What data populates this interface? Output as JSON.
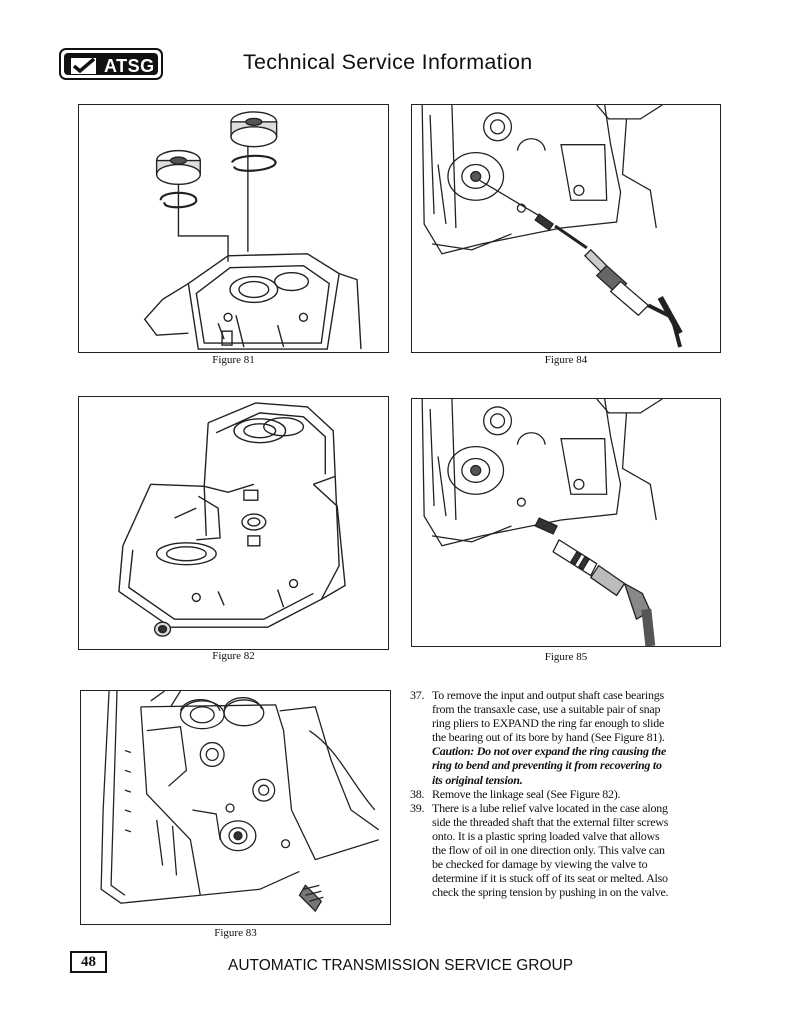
{
  "header": {
    "logo_text": "ATSG",
    "title": "Technical Service Information"
  },
  "figures": [
    {
      "id": "fig81",
      "caption": "Figure 81"
    },
    {
      "id": "fig84",
      "caption": "Figure 84"
    },
    {
      "id": "fig82",
      "caption": "Figure 82"
    },
    {
      "id": "fig85",
      "caption": "Figure 85"
    },
    {
      "id": "fig83",
      "caption": "Figure 83"
    }
  ],
  "steps": [
    {
      "number": "37.",
      "lines": [
        "To remove the input and output shaft case bearings",
        "from the transaxle case, use a suitable pair of snap",
        "ring pliers to EXPAND the ring far enough to slide",
        "the bearing out of its bore by hand (See Figure 81)."
      ],
      "caution": [
        "Caution: Do not over expand the ring causing the",
        "ring to bend and preventing it from recovering to",
        "its original tension."
      ]
    },
    {
      "number": "38.",
      "lines": [
        "Remove the linkage seal (See Figure 82)."
      ]
    },
    {
      "number": "39.",
      "lines": [
        "There is a lube relief valve located in the case along",
        "side the threaded shaft that the external filter screws",
        "onto. It is a plastic spring loaded valve that allows",
        "the flow of oil in one direction only. This valve can",
        "be checked for damage by viewing the valve to",
        "determine if it is stuck off of its seat or melted. Also",
        "check the spring tension by pushing in on the valve."
      ]
    }
  ],
  "footer": {
    "page_number": "48",
    "company": "AUTOMATIC TRANSMISSION SERVICE GROUP"
  }
}
